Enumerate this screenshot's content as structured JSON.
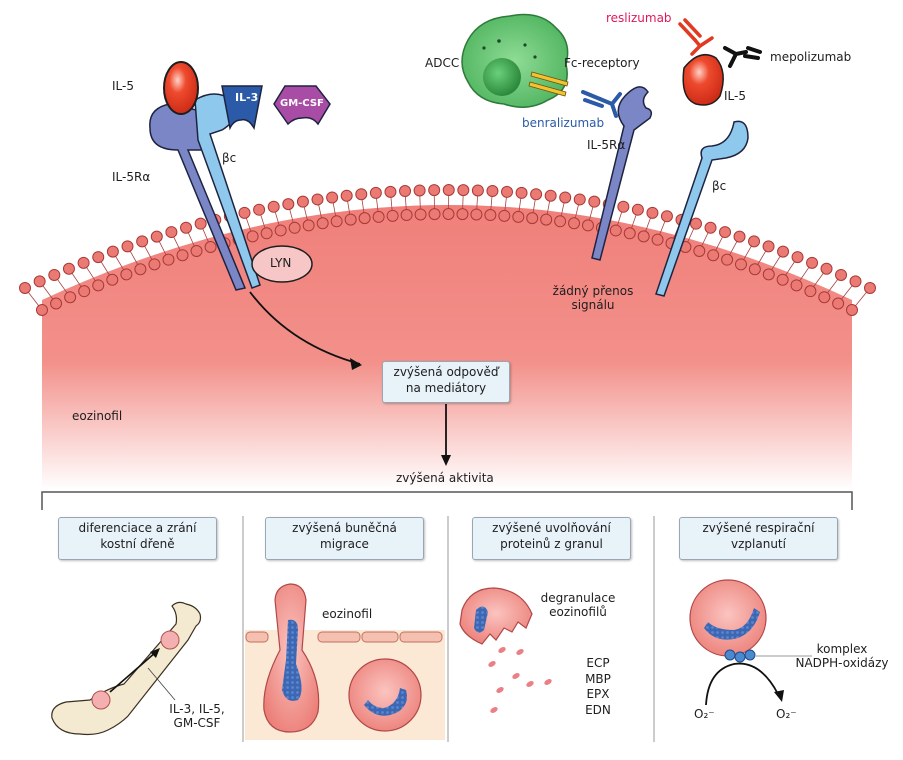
{
  "receptor_left": {
    "ligand": "IL-5",
    "alpha_label": "IL-5Rα",
    "beta_label": "βc",
    "il3": "IL-3",
    "gmcsf": "GM-CSF",
    "kinase": "LYN"
  },
  "therapy": {
    "adcc": "ADCC",
    "fc_receptors": "Fc-receptory",
    "benralizumab": "benralizumab",
    "alpha_label": "IL-5Rα",
    "reslizumab": "reslizumab",
    "mepolizumab": "mepolizumab",
    "ligand": "IL-5",
    "beta_label": "βc",
    "no_signal": [
      "žádný přenos",
      "signálu"
    ]
  },
  "cell": {
    "label": "eozinofil",
    "response_box": [
      "zvýšená odpověď",
      "na mediátory"
    ],
    "activity": "zvýšená aktivita"
  },
  "panels": [
    {
      "title": [
        "diferenciace a zrání",
        "kostní dřeně"
      ],
      "note": [
        "IL-3, IL-5,",
        "GM-CSF"
      ]
    },
    {
      "title": [
        "zvýšená buněčná",
        "migrace"
      ],
      "note": [
        "eozinofil"
      ]
    },
    {
      "title": [
        "zvýšené uvolňování",
        "proteinů z granul"
      ],
      "note": [
        "degranulace",
        "eozinofilů"
      ],
      "proteins": [
        "ECP",
        "MBP",
        "EPX",
        "EDN"
      ]
    },
    {
      "title": [
        "zvýšené respirační",
        "vzplanutí"
      ],
      "note": [
        "komplex",
        "NADPH-oxidázy"
      ],
      "left": "O₂⁻",
      "right": "O₂⁻"
    }
  ],
  "colors": {
    "cytoplasm": "#f28a84",
    "lipid_head": "#ec7a74",
    "il5": "#e23a22",
    "alpha": "#7b86c6",
    "beta": "#8ec8ec",
    "il3": "#2a5aa8",
    "gmcsf": "#a84ca6",
    "nk_cell": "#5cc06a",
    "reslizumab": "#e0185a",
    "benralizumab": "#2a5aa8"
  }
}
